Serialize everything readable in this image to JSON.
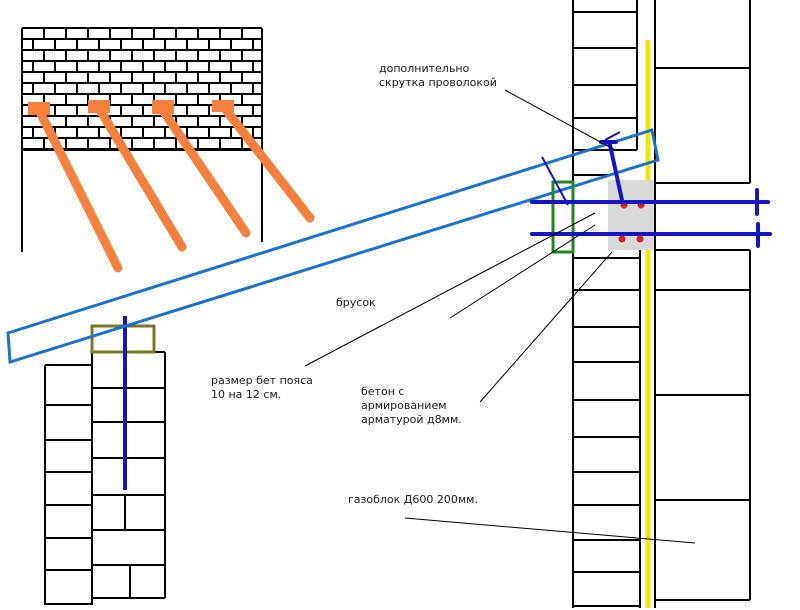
{
  "labels": {
    "wire_twist_line1": "дополнительно",
    "wire_twist_line2": "скрутка проволокой",
    "bar": "брусок",
    "belt_size_line1": "размер бет пояса",
    "belt_size_line2": "10 на 12 см.",
    "concrete_line1": "бетон с",
    "concrete_line2": "армированием",
    "concrete_line3": "арматурой д8мм.",
    "aerated_block": "газоблок Д600 200мм."
  },
  "colors": {
    "line": "#000000",
    "rafter": "#1a73c8",
    "rebar": "#1515c8",
    "rebar_dot": "#e02020",
    "brace": "#f5803e",
    "green_box": "#1a8a1a",
    "olive_box": "#7a7520",
    "yellow_gap": "#f2e600",
    "concrete_fill": "#d9d9d9"
  }
}
